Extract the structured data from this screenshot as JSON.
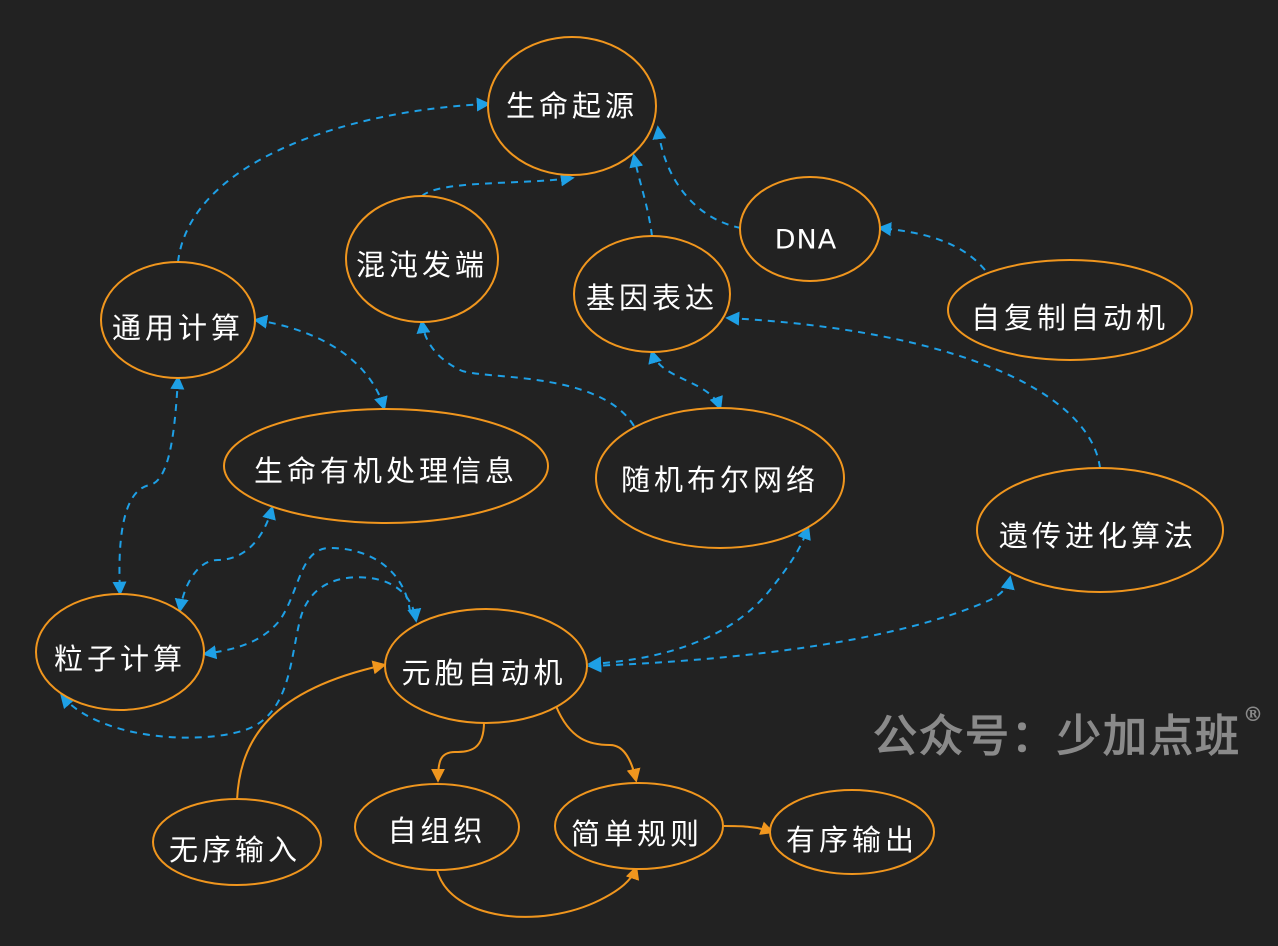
{
  "colors": {
    "background": "#222222",
    "node_border": "#f0961e",
    "dashed_link": "#1ea0e6",
    "solid_link": "#f0961e",
    "text": "#ffffff",
    "watermark": "#8a8a8a"
  },
  "nodes": {
    "origin": "生命起源",
    "chaos": "混沌发端",
    "gene": "基因表达",
    "dna": "DNA",
    "self_rep": "自复制自动机",
    "universal": "通用计算",
    "info": "生命有机处理信息",
    "boolean": "随机布尔网络",
    "genetic": "遗传进化算法",
    "particle": "粒子计算",
    "cellular": "元胞自动机",
    "disorder_in": "无序输入",
    "self_org": "自组织",
    "simple_rules": "简单规则",
    "order_out": "有序输出"
  },
  "watermark": {
    "text": "公众号：少加点班",
    "mark": "®"
  }
}
